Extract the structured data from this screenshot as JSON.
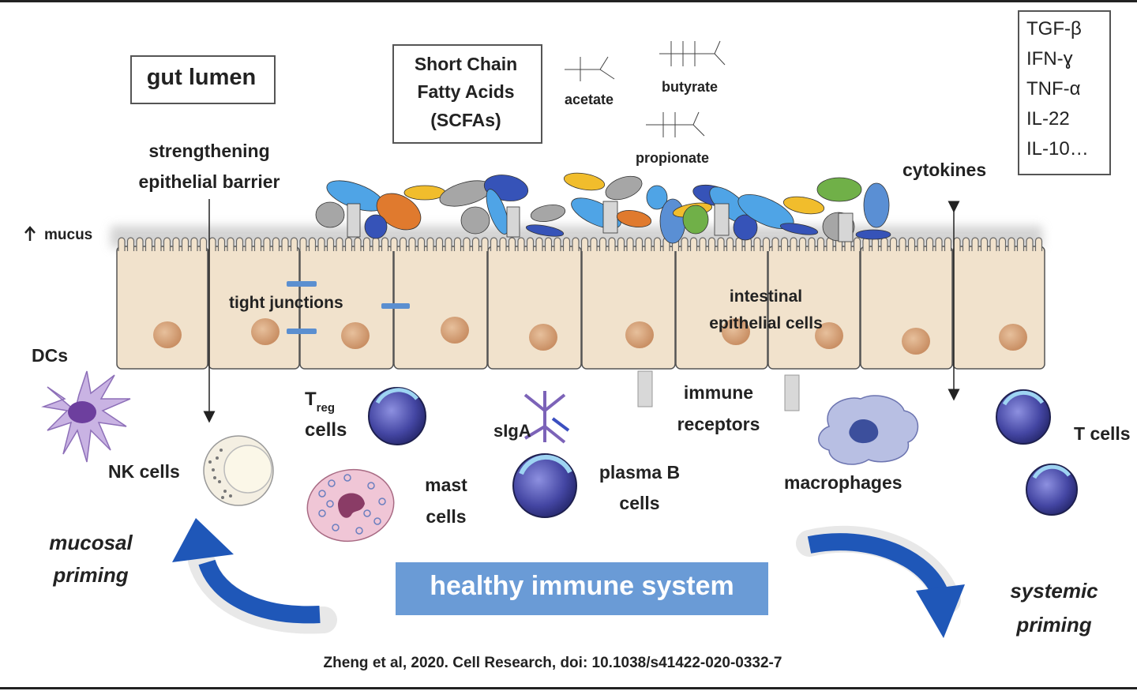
{
  "labels": {
    "gut_lumen": "gut lumen",
    "scfa_line1": "Short Chain",
    "scfa_line2": "Fatty Acids",
    "scfa_line3": "(SCFAs)",
    "acetate": "acetate",
    "butyrate": "butyrate",
    "propionate": "propionate",
    "strengthening_line1": "strengthening",
    "strengthening_line2": "epithelial barrier",
    "mucus": "mucus",
    "tight_junctions": "tight junctions",
    "intestinal_line1": "intestinal",
    "intestinal_line2": "epithelial cells",
    "cytokines": "cytokines",
    "dcs": "DCs",
    "treg_T": "T",
    "treg_sub": "reg",
    "treg_cells": "cells",
    "siga": "sIgA",
    "immune_line1": "immune",
    "immune_line2": "receptors",
    "t_cells": "T cells",
    "nk_cells": "NK cells",
    "mast_line1": "mast",
    "mast_line2": "cells",
    "plasma_line1": "plasma B",
    "plasma_line2": "cells",
    "macrophages": "macrophages",
    "mucosal_line1": "mucosal",
    "mucosal_line2": "priming",
    "systemic_line1": "systemic",
    "systemic_line2": "priming",
    "healthy": "healthy immune system",
    "citation": "Zheng et al, 2020. Cell Research, doi:  10.1038/s41422-020-0332-7"
  },
  "cytokine_list": [
    "TGF-β",
    "IFN-ɣ",
    "TNF-α",
    "IL-22",
    "IL-10…"
  ],
  "colors": {
    "epithelium": "#f1e2cc",
    "nucleus": "#d8a57e",
    "junction": "#5b8fd0",
    "arrow_blue": "#1f57b8",
    "banner_bg": "#6a9bd6",
    "banner_text": "#ffffff",
    "immune_cell": "#4b4fa8"
  }
}
